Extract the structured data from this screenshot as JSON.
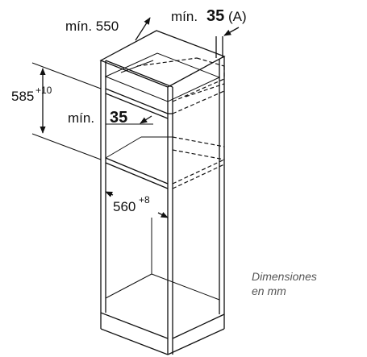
{
  "labels": {
    "top_width_prefix": "mín. 550",
    "top_gap_prefix": "mín.",
    "top_gap_value": "35",
    "top_gap_suffix": "(A)",
    "height_value": "585",
    "height_tol": "+10",
    "mid_gap_prefix": "mín.",
    "mid_gap_value": "35",
    "width_value": "560",
    "width_tol": "+8"
  },
  "note": {
    "line1": "Dimensiones",
    "line2": "en mm"
  },
  "colors": {
    "line": "#111111",
    "note": "#555555"
  }
}
